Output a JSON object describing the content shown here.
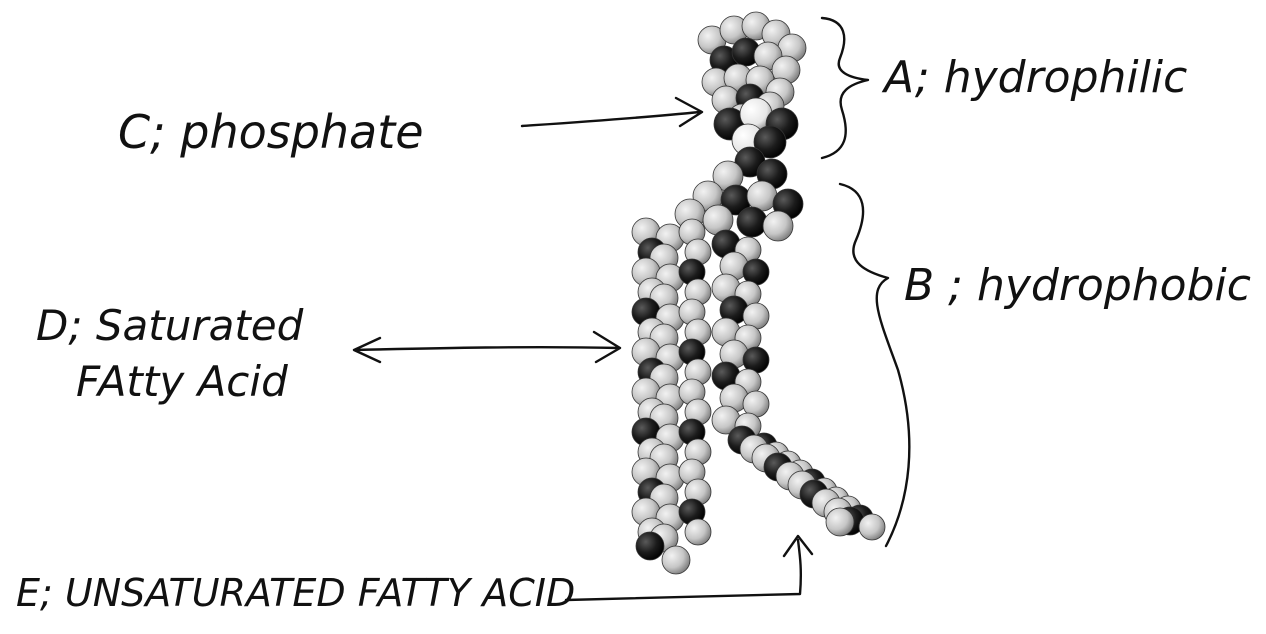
{
  "labels": {
    "a": "A; hydrophilic",
    "b": "B ; hydrophobic",
    "c": "C; phosphate",
    "d_line1": "D; Saturated",
    "d_line2": "FAtty Acid",
    "e": "E; UNSATURATED FATTY ACID"
  },
  "colors": {
    "ink": "#111111",
    "atom_light": "#c9c9c9",
    "atom_dark": "#1a1a1a",
    "atom_mid": "#8a8a8a"
  }
}
